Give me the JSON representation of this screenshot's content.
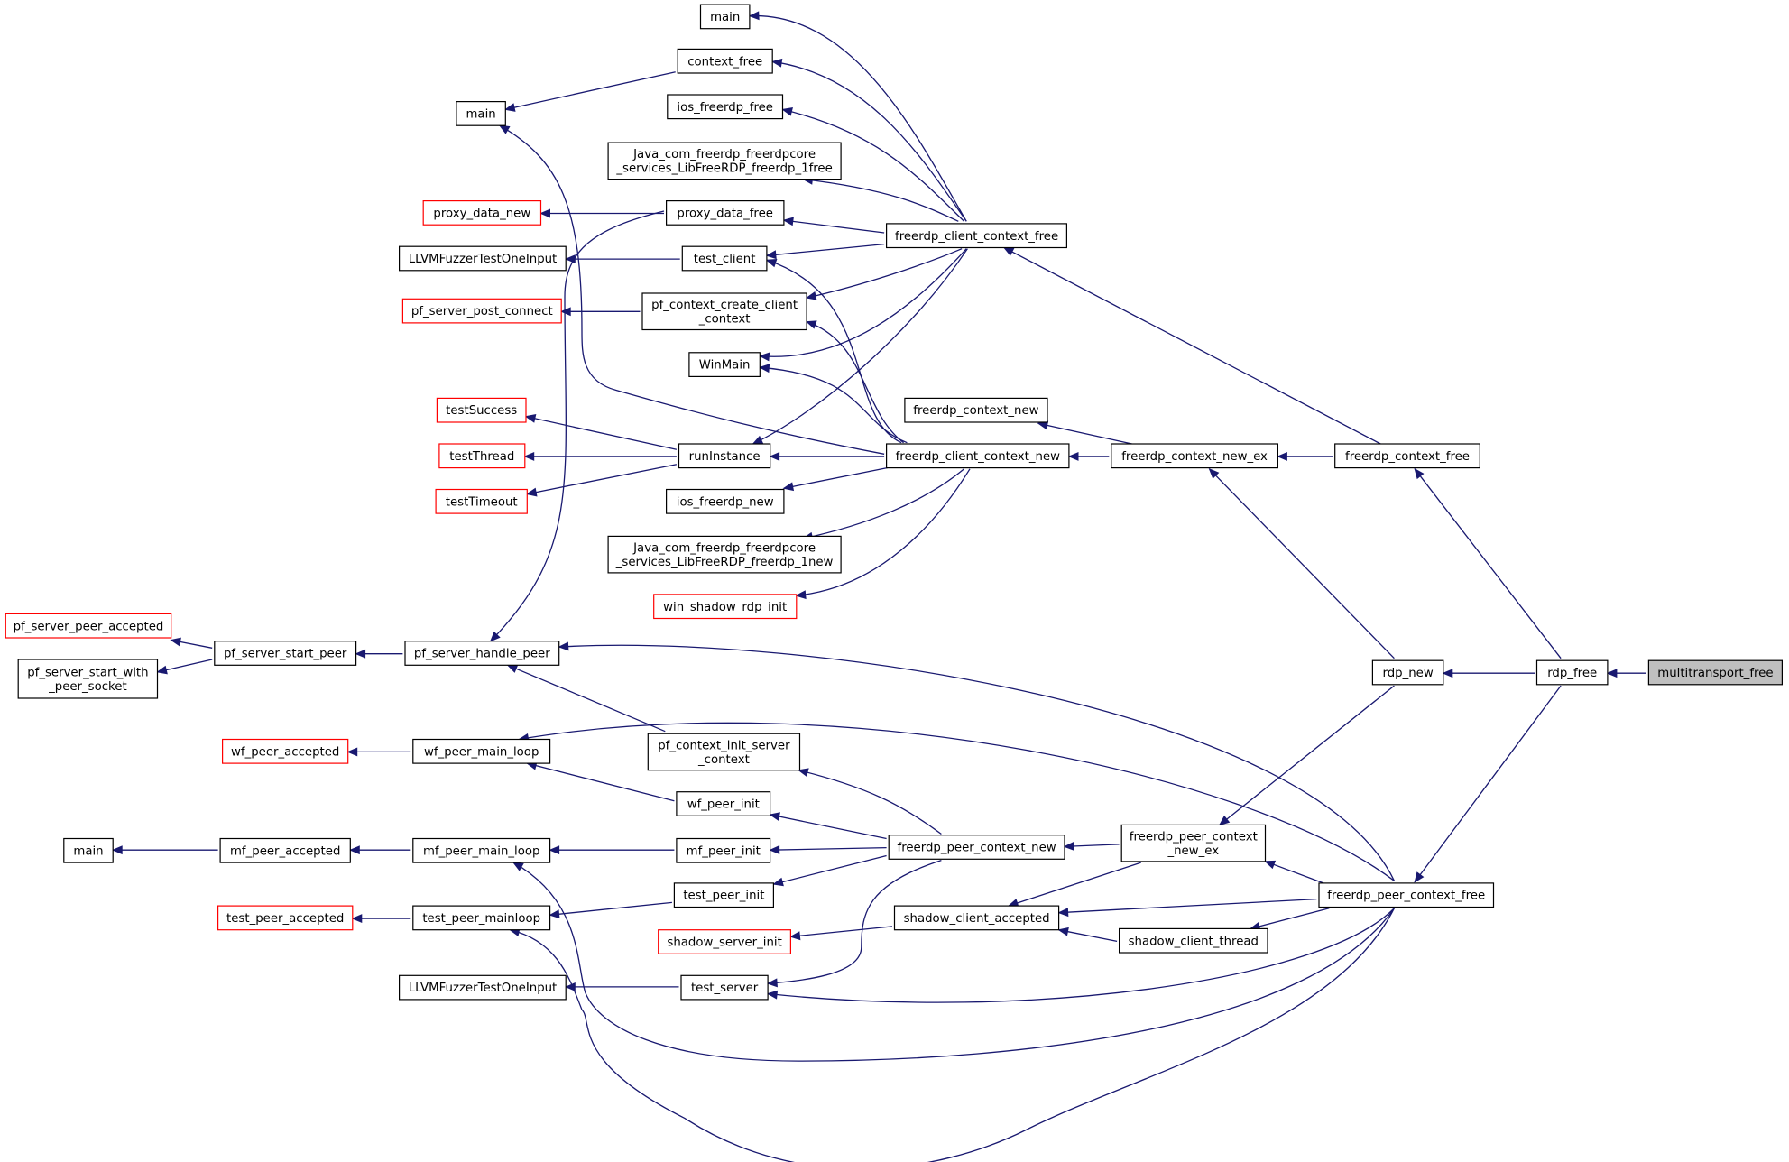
{
  "graph": {
    "title": "",
    "colors": {
      "edge": "#191970",
      "node_border": "#000000",
      "node_border_unresolved": "#ff0000",
      "node_fill": "#ffffff",
      "root_fill": "#bfbfbf"
    },
    "nodes": [
      {
        "id": "multitransport_free",
        "lines": [
          "multitransport_free"
        ],
        "style": "root"
      },
      {
        "id": "rdp_free",
        "lines": [
          "rdp_free"
        ],
        "style": "normal"
      },
      {
        "id": "freerdp_context_free",
        "lines": [
          "freerdp_context_free"
        ],
        "style": "normal"
      },
      {
        "id": "rdp_new",
        "lines": [
          "rdp_new"
        ],
        "style": "normal"
      },
      {
        "id": "freerdp_peer_context_free",
        "lines": [
          "freerdp_peer_context_free"
        ],
        "style": "normal"
      },
      {
        "id": "freerdp_client_context_free",
        "lines": [
          "freerdp_client_context_free"
        ],
        "style": "normal"
      },
      {
        "id": "freerdp_context_new_ex",
        "lines": [
          "freerdp_context_new_ex"
        ],
        "style": "normal"
      },
      {
        "id": "freerdp_peer_context_new_ex",
        "lines": [
          "freerdp_peer_context",
          "_new_ex"
        ],
        "style": "normal"
      },
      {
        "id": "freerdp_context_new",
        "lines": [
          "freerdp_context_new"
        ],
        "style": "normal"
      },
      {
        "id": "freerdp_client_context_new",
        "lines": [
          "freerdp_client_context_new"
        ],
        "style": "normal"
      },
      {
        "id": "freerdp_peer_context_new",
        "lines": [
          "freerdp_peer_context_new"
        ],
        "style": "normal"
      },
      {
        "id": "shadow_client_accepted",
        "lines": [
          "shadow_client_accepted"
        ],
        "style": "normal"
      },
      {
        "id": "shadow_client_thread",
        "lines": [
          "shadow_client_thread"
        ],
        "style": "normal"
      },
      {
        "id": "main_top",
        "lines": [
          "main"
        ],
        "style": "normal"
      },
      {
        "id": "context_free",
        "lines": [
          "context_free"
        ],
        "style": "normal"
      },
      {
        "id": "ios_freerdp_free",
        "lines": [
          "ios_freerdp_free"
        ],
        "style": "normal"
      },
      {
        "id": "java_free",
        "lines": [
          "Java_com_freerdp_freerdpcore",
          "_services_LibFreeRDP_freerdp_1free"
        ],
        "style": "normal"
      },
      {
        "id": "proxy_data_free",
        "lines": [
          "proxy_data_free"
        ],
        "style": "normal"
      },
      {
        "id": "test_client",
        "lines": [
          "test_client"
        ],
        "style": "normal"
      },
      {
        "id": "pf_context_create_client_context",
        "lines": [
          "pf_context_create_client",
          "_context"
        ],
        "style": "normal"
      },
      {
        "id": "winmain",
        "lines": [
          "WinMain"
        ],
        "style": "normal"
      },
      {
        "id": "runinstance",
        "lines": [
          "runInstance"
        ],
        "style": "normal"
      },
      {
        "id": "ios_freerdp_new",
        "lines": [
          "ios_freerdp_new"
        ],
        "style": "normal"
      },
      {
        "id": "java_new",
        "lines": [
          "Java_com_freerdp_freerdpcore",
          "_services_LibFreeRDP_freerdp_1new"
        ],
        "style": "normal"
      },
      {
        "id": "win_shadow_rdp_init",
        "lines": [
          "win_shadow_rdp_init"
        ],
        "style": "unresolved"
      },
      {
        "id": "pf_context_init_server_context",
        "lines": [
          "pf_context_init_server",
          "_context"
        ],
        "style": "normal"
      },
      {
        "id": "wf_peer_init",
        "lines": [
          "wf_peer_init"
        ],
        "style": "normal"
      },
      {
        "id": "mf_peer_init",
        "lines": [
          "mf_peer_init"
        ],
        "style": "normal"
      },
      {
        "id": "test_peer_init",
        "lines": [
          "test_peer_init"
        ],
        "style": "normal"
      },
      {
        "id": "shadow_server_init",
        "lines": [
          "shadow_server_init"
        ],
        "style": "unresolved"
      },
      {
        "id": "test_server",
        "lines": [
          "test_server"
        ],
        "style": "normal"
      },
      {
        "id": "main_mid",
        "lines": [
          "main"
        ],
        "style": "normal"
      },
      {
        "id": "proxy_data_new",
        "lines": [
          "proxy_data_new"
        ],
        "style": "unresolved"
      },
      {
        "id": "llvm_top",
        "lines": [
          "LLVMFuzzerTestOneInput"
        ],
        "style": "normal"
      },
      {
        "id": "pf_server_post_connect",
        "lines": [
          "pf_server_post_connect"
        ],
        "style": "unresolved"
      },
      {
        "id": "testsuccess",
        "lines": [
          "testSuccess"
        ],
        "style": "unresolved"
      },
      {
        "id": "testthread",
        "lines": [
          "testThread"
        ],
        "style": "unresolved"
      },
      {
        "id": "testtimeout",
        "lines": [
          "testTimeout"
        ],
        "style": "unresolved"
      },
      {
        "id": "pf_server_handle_peer",
        "lines": [
          "pf_server_handle_peer"
        ],
        "style": "normal"
      },
      {
        "id": "wf_peer_main_loop",
        "lines": [
          "wf_peer_main_loop"
        ],
        "style": "normal"
      },
      {
        "id": "wf_peer_accepted",
        "lines": [
          "wf_peer_accepted"
        ],
        "style": "unresolved"
      },
      {
        "id": "mf_peer_main_loop",
        "lines": [
          "mf_peer_main_loop"
        ],
        "style": "normal"
      },
      {
        "id": "mf_peer_accepted",
        "lines": [
          "mf_peer_accepted"
        ],
        "style": "normal"
      },
      {
        "id": "main_bot",
        "lines": [
          "main"
        ],
        "style": "normal"
      },
      {
        "id": "test_peer_mainloop",
        "lines": [
          "test_peer_mainloop"
        ],
        "style": "normal"
      },
      {
        "id": "test_peer_accepted",
        "lines": [
          "test_peer_accepted"
        ],
        "style": "unresolved"
      },
      {
        "id": "llvm_bot",
        "lines": [
          "LLVMFuzzerTestOneInput"
        ],
        "style": "normal"
      },
      {
        "id": "pf_server_start_peer",
        "lines": [
          "pf_server_start_peer"
        ],
        "style": "normal"
      },
      {
        "id": "pf_server_peer_accepted",
        "lines": [
          "pf_server_peer_accepted"
        ],
        "style": "unresolved"
      },
      {
        "id": "pf_server_start_with_peer_socket",
        "lines": [
          "pf_server_start_with",
          "_peer_socket"
        ],
        "style": "normal"
      }
    ],
    "edges": [
      {
        "from": "multitransport_free",
        "to": "rdp_free"
      },
      {
        "from": "rdp_free",
        "to": "freerdp_context_free"
      },
      {
        "from": "rdp_free",
        "to": "rdp_new"
      },
      {
        "from": "rdp_free",
        "to": "freerdp_peer_context_free"
      },
      {
        "from": "freerdp_context_free",
        "to": "freerdp_client_context_free"
      },
      {
        "from": "freerdp_context_free",
        "to": "freerdp_context_new_ex"
      },
      {
        "from": "rdp_new",
        "to": "freerdp_context_new_ex"
      },
      {
        "from": "rdp_new",
        "to": "freerdp_peer_context_new_ex"
      },
      {
        "from": "freerdp_context_new_ex",
        "to": "freerdp_context_new"
      },
      {
        "from": "freerdp_context_new_ex",
        "to": "freerdp_client_context_new"
      },
      {
        "from": "freerdp_peer_context_new_ex",
        "to": "freerdp_peer_context_new"
      },
      {
        "from": "freerdp_peer_context_new_ex",
        "to": "shadow_client_accepted"
      },
      {
        "from": "freerdp_peer_context_free",
        "to": "freerdp_peer_context_new_ex"
      },
      {
        "from": "freerdp_peer_context_free",
        "to": "shadow_client_accepted"
      },
      {
        "from": "freerdp_peer_context_free",
        "to": "shadow_client_thread"
      },
      {
        "from": "freerdp_peer_context_free",
        "to": "pf_server_handle_peer"
      },
      {
        "from": "freerdp_peer_context_free",
        "to": "wf_peer_main_loop"
      },
      {
        "from": "freerdp_peer_context_free",
        "to": "mf_peer_main_loop"
      },
      {
        "from": "freerdp_peer_context_free",
        "to": "test_peer_mainloop"
      },
      {
        "from": "freerdp_peer_context_free",
        "to": "test_server"
      },
      {
        "from": "shadow_client_thread",
        "to": "shadow_client_accepted"
      },
      {
        "from": "shadow_client_accepted",
        "to": "shadow_server_init"
      },
      {
        "from": "freerdp_client_context_free",
        "to": "main_top"
      },
      {
        "from": "freerdp_client_context_free",
        "to": "context_free"
      },
      {
        "from": "freerdp_client_context_free",
        "to": "ios_freerdp_free"
      },
      {
        "from": "freerdp_client_context_free",
        "to": "java_free"
      },
      {
        "from": "freerdp_client_context_free",
        "to": "proxy_data_free"
      },
      {
        "from": "freerdp_client_context_free",
        "to": "test_client"
      },
      {
        "from": "freerdp_client_context_free",
        "to": "pf_context_create_client_context"
      },
      {
        "from": "freerdp_client_context_free",
        "to": "winmain"
      },
      {
        "from": "freerdp_client_context_free",
        "to": "runinstance"
      },
      {
        "from": "freerdp_client_context_new",
        "to": "main_mid"
      },
      {
        "from": "freerdp_client_context_new",
        "to": "test_client"
      },
      {
        "from": "freerdp_client_context_new",
        "to": "pf_context_create_client_context"
      },
      {
        "from": "freerdp_client_context_new",
        "to": "winmain"
      },
      {
        "from": "freerdp_client_context_new",
        "to": "runinstance"
      },
      {
        "from": "freerdp_client_context_new",
        "to": "ios_freerdp_new"
      },
      {
        "from": "freerdp_client_context_new",
        "to": "java_new"
      },
      {
        "from": "freerdp_client_context_new",
        "to": "win_shadow_rdp_init"
      },
      {
        "from": "context_free",
        "to": "main_mid"
      },
      {
        "from": "proxy_data_free",
        "to": "proxy_data_new"
      },
      {
        "from": "proxy_data_free",
        "to": "pf_server_handle_peer"
      },
      {
        "from": "test_client",
        "to": "llvm_top"
      },
      {
        "from": "pf_context_create_client_context",
        "to": "pf_server_post_connect"
      },
      {
        "from": "runinstance",
        "to": "testsuccess"
      },
      {
        "from": "runinstance",
        "to": "testthread"
      },
      {
        "from": "runinstance",
        "to": "testtimeout"
      },
      {
        "from": "freerdp_peer_context_new",
        "to": "pf_context_init_server_context"
      },
      {
        "from": "freerdp_peer_context_new",
        "to": "wf_peer_init"
      },
      {
        "from": "freerdp_peer_context_new",
        "to": "mf_peer_init"
      },
      {
        "from": "freerdp_peer_context_new",
        "to": "test_peer_init"
      },
      {
        "from": "freerdp_peer_context_new",
        "to": "test_server"
      },
      {
        "from": "pf_context_init_server_context",
        "to": "pf_server_handle_peer"
      },
      {
        "from": "wf_peer_init",
        "to": "wf_peer_main_loop"
      },
      {
        "from": "mf_peer_init",
        "to": "mf_peer_main_loop"
      },
      {
        "from": "test_peer_init",
        "to": "test_peer_mainloop"
      },
      {
        "from": "test_server",
        "to": "llvm_bot"
      },
      {
        "from": "pf_server_handle_peer",
        "to": "pf_server_start_peer"
      },
      {
        "from": "wf_peer_main_loop",
        "to": "wf_peer_accepted"
      },
      {
        "from": "mf_peer_main_loop",
        "to": "mf_peer_accepted"
      },
      {
        "from": "mf_peer_accepted",
        "to": "main_bot"
      },
      {
        "from": "test_peer_mainloop",
        "to": "test_peer_accepted"
      },
      {
        "from": "pf_server_start_peer",
        "to": "pf_server_peer_accepted"
      },
      {
        "from": "pf_server_start_peer",
        "to": "pf_server_start_with_peer_socket"
      }
    ]
  }
}
